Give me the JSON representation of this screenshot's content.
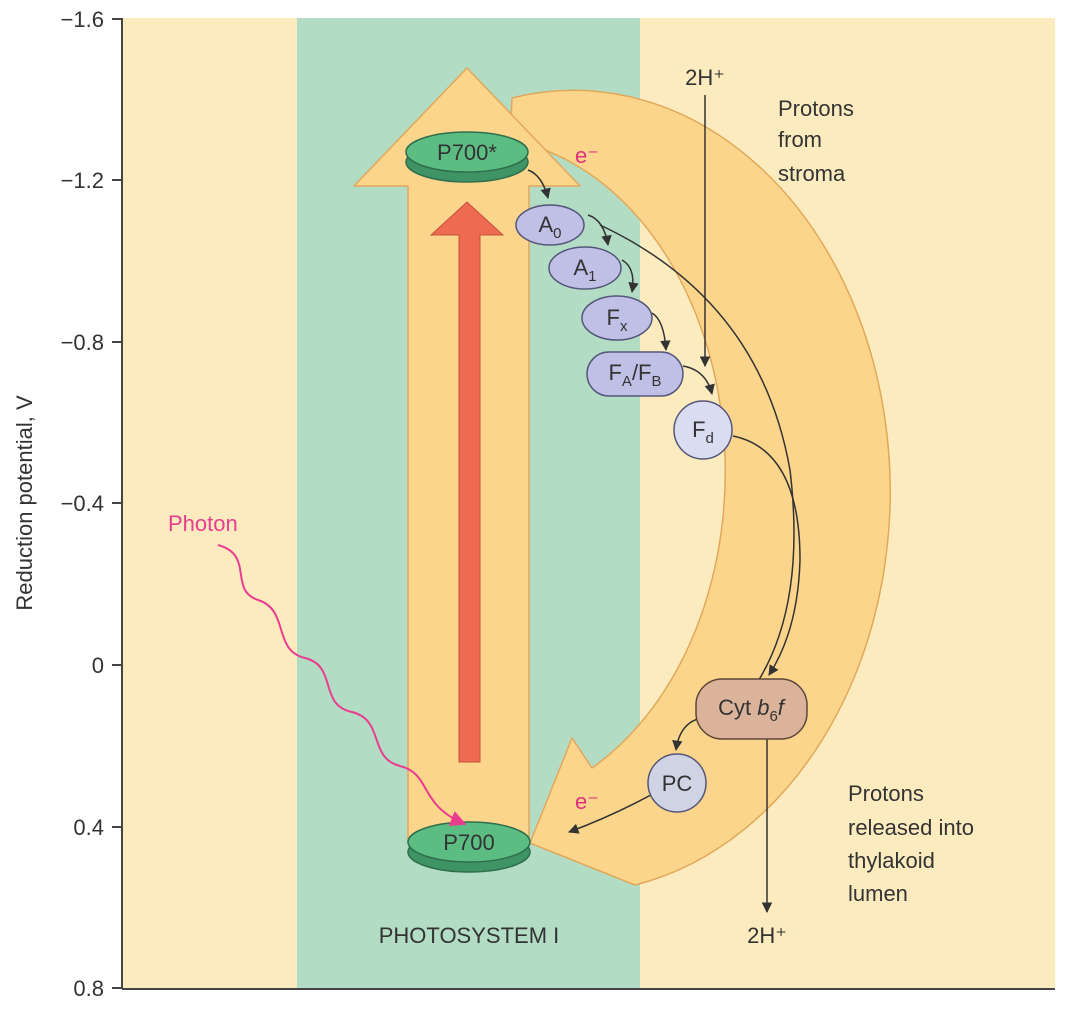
{
  "colors": {
    "stroma_bg": "#fdebc0",
    "photosystem_bg": "#b2dcc4",
    "cycle_arrow": "#fcd58c",
    "cycle_arrow_stroke": "#e2a85a",
    "excitation_arrow": "#ee6a50",
    "p700": "#5cbd83",
    "carrier_fill": "#c0c0e6",
    "fd_fill": "#dadcf2",
    "cyt_fill": "#dbb39a",
    "pc_fill": "#cfd3e4",
    "photon": "#ea3d90"
  },
  "axis": {
    "ylabel": "Reduction potential, V",
    "ticks": [
      "−1.6",
      "−1.2",
      "−0.8",
      "−0.4",
      "0",
      "0.4",
      "0.8"
    ]
  },
  "labels": {
    "photosystem": "PHOTOSYSTEM I",
    "photon": "Photon",
    "electron_top": "e⁻",
    "electron_bottom": "e⁻",
    "protons_in_formula": "2H⁺",
    "protons_in_text": [
      "Protons",
      "from",
      "stroma"
    ],
    "protons_out_formula": "2H⁺",
    "protons_out_text": [
      "Protons",
      "released into",
      "thylakoid",
      "lumen"
    ]
  },
  "carriers": {
    "p700_star": "P700*",
    "p700": "P700",
    "a0": {
      "base": "A",
      "sub": "0"
    },
    "a1": {
      "base": "A",
      "sub": "1"
    },
    "fx": {
      "base": "F",
      "sub": "x"
    },
    "fafb": {
      "base1": "F",
      "sub1": "A",
      "sep": "/F",
      "sub2": "B"
    },
    "fd": {
      "base": "F",
      "sub": "d"
    },
    "cyt": {
      "pre": "Cyt ",
      "italic1": "b",
      "sub": "6",
      "italic2": "f"
    },
    "pc": "PC"
  }
}
